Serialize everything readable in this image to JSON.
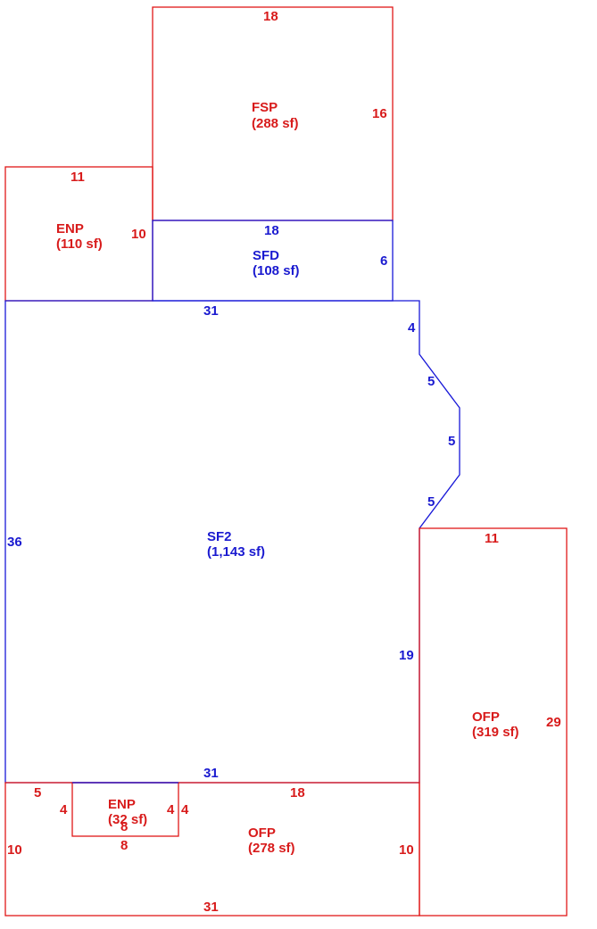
{
  "colors": {
    "red": "#e01818",
    "blue": "#1818d8",
    "background": "#ffffff"
  },
  "areas": {
    "fsp": {
      "code": "FSP",
      "size": "(288 sf)"
    },
    "enp_top": {
      "code": "ENP",
      "size": "(110 sf)"
    },
    "sfd": {
      "code": "SFD",
      "size": "(108 sf)"
    },
    "sf2": {
      "code": "SF2",
      "size": "(1,143 sf)"
    },
    "ofp_right": {
      "code": "OFP",
      "size": "(319 sf)"
    },
    "enp_bottom": {
      "code": "ENP",
      "size": "(32 sf)"
    },
    "ofp_bottom": {
      "code": "OFP",
      "size": "(278 sf)"
    }
  },
  "dimensions": {
    "fsp_top": "18",
    "fsp_right": "16",
    "enp_top_top": "11",
    "enp_top_right": "10",
    "sfd_top": "18",
    "sfd_right": "6",
    "sf2_top": "31",
    "sf2_right_upper": "4",
    "sf2_bay_upper": "5",
    "sf2_bay_middle": "5",
    "sf2_bay_lower": "5",
    "sf2_left": "36",
    "sf2_right_lower": "19",
    "sf2_bottom": "31",
    "ofp_right_top": "11",
    "ofp_right_right": "29",
    "ofp_bottom_left_seg": "5",
    "ofp_bottom_right_seg": "18",
    "ofp_bottom_left": "10",
    "ofp_bottom_right": "10",
    "ofp_bottom_bottom": "31",
    "enp_bottom_left": "4",
    "enp_bottom_right_inner": "4",
    "enp_bottom_right_outer": "4",
    "enp_bottom_bottom_inner": "8",
    "enp_bottom_bottom_outer": "8"
  }
}
